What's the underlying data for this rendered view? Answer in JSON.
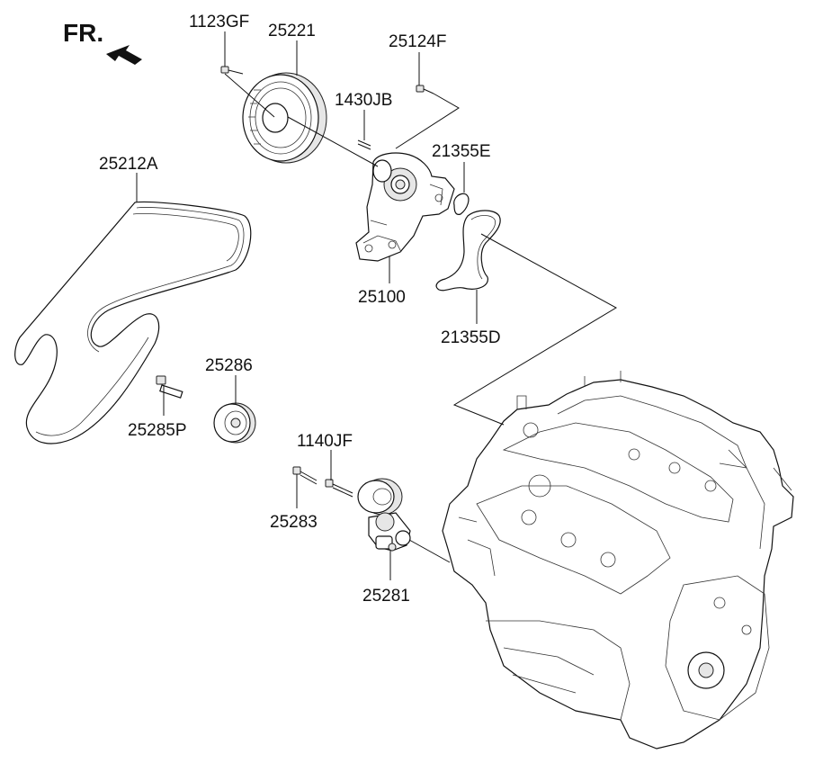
{
  "direction_label": "FR.",
  "colors": {
    "ink": "#111111",
    "background": "#ffffff",
    "fill": "#e6e6e6"
  },
  "parts": [
    {
      "id": "p1123GF",
      "label": "1123GF"
    },
    {
      "id": "p25221",
      "label": "25221"
    },
    {
      "id": "p25124F",
      "label": "25124F"
    },
    {
      "id": "p1430JB",
      "label": "1430JB"
    },
    {
      "id": "p21355E",
      "label": "21355E"
    },
    {
      "id": "p25212A",
      "label": "25212A"
    },
    {
      "id": "p25100",
      "label": "25100"
    },
    {
      "id": "p21355D",
      "label": "21355D"
    },
    {
      "id": "p25286",
      "label": "25286"
    },
    {
      "id": "p25285P",
      "label": "25285P"
    },
    {
      "id": "p1140JF",
      "label": "1140JF"
    },
    {
      "id": "p25283",
      "label": "25283"
    },
    {
      "id": "p25281",
      "label": "25281"
    }
  ]
}
